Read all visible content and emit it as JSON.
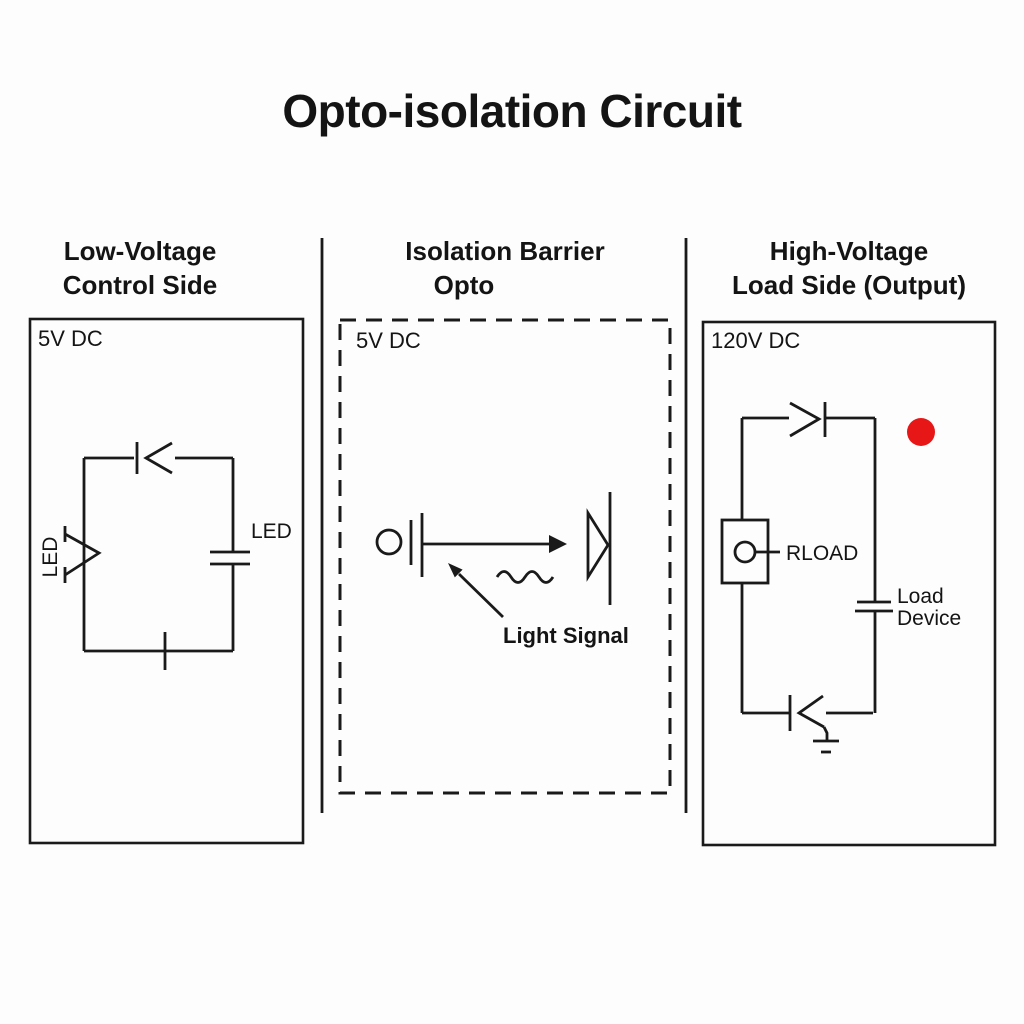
{
  "title": "Opto-isolation Circuit",
  "columns": {
    "left": {
      "header_line1": "Low-Voltage",
      "header_line2": "Control Side",
      "voltage": "5V DC",
      "led_vertical_label": "LED",
      "led_capacitor_label": "LED"
    },
    "middle": {
      "header_line1": "Isolation Barrier",
      "header_line2": "Opto",
      "voltage": "5V DC",
      "light_signal_label": "Light Signal"
    },
    "right": {
      "header_line1": "High-Voltage",
      "header_line2": "Load Side (Output)",
      "voltage": "120V DC",
      "rload_label": "RLOAD",
      "load_device_line1": "Load",
      "load_device_line2": "Device"
    }
  },
  "symbols": {
    "left_top": "diode-left-facing",
    "left_side": "led-arrow",
    "left_right_side": "capacitor",
    "middle": "optocoupler-emitter-and-phototransistor",
    "middle_wave": "light-wave-squiggle",
    "right_top": "diode-right-facing",
    "right_bottom": "transistor-to-ground",
    "right_indicator": "red-status-dot"
  },
  "colors": {
    "ink": "#1a1a1a",
    "background": "#fdfdfd",
    "indicator_red": "#e81717"
  }
}
